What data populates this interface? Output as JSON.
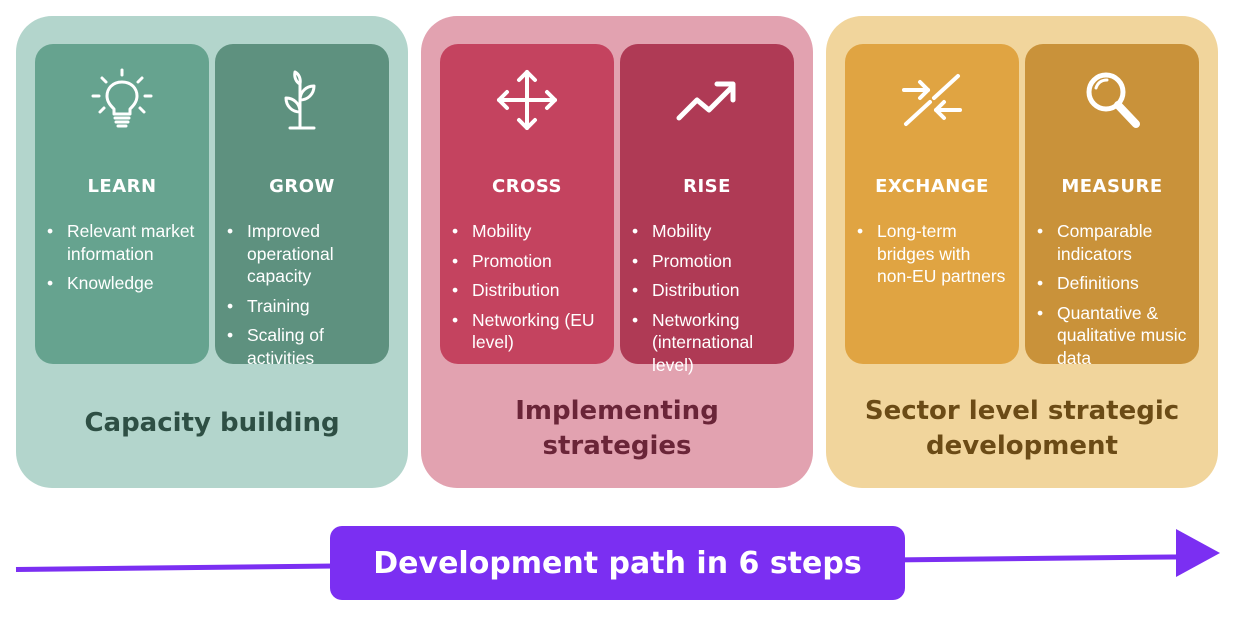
{
  "groups": [
    {
      "title_lines": [
        "Capacity building"
      ],
      "color": "#b3d5cc",
      "cards": [
        {
          "icon": "lightbulb-icon",
          "title": "LEARN",
          "color": "#66a38f",
          "bullets": [
            "Relevant market information",
            "Knowledge"
          ]
        },
        {
          "icon": "sprout-icon",
          "title": "GROW",
          "color": "#5e917f",
          "bullets": [
            "Improved operational capacity",
            "Training",
            "Scaling of activities"
          ]
        }
      ]
    },
    {
      "title_lines": [
        "Implementing",
        "strategies"
      ],
      "color": "#e2a2b0",
      "cards": [
        {
          "icon": "move-arrows-icon",
          "title": "CROSS",
          "color": "#c4435f",
          "bullets": [
            "Mobility",
            "Promotion",
            "Distribution",
            "Networking (EU level)"
          ]
        },
        {
          "icon": "trend-up-icon",
          "title": "RISE",
          "color": "#af3a55",
          "bullets": [
            "Mobility",
            "Promotion",
            "Distribution",
            "Networking (international level)"
          ]
        }
      ]
    },
    {
      "title_lines": [
        "Sector level strategic",
        "development"
      ],
      "color": "#f1d59c",
      "cards": [
        {
          "icon": "exchange-arrows-icon",
          "title": "EXCHANGE",
          "color": "#e0a442",
          "bullets": [
            "Long-term bridges with non-EU partners"
          ]
        },
        {
          "icon": "magnifier-icon",
          "title": "MEASURE",
          "color": "#c9923a",
          "bullets": [
            "Comparable indicators",
            "Definitions",
            "Quantative & qualitative music data"
          ]
        }
      ]
    }
  ],
  "path_label": "Development path in 6 steps",
  "colors": {
    "arrow": "#7b2ff2",
    "title_green": "#2e4f44",
    "title_pink": "#6a2538",
    "title_yellow": "#6b4b16"
  }
}
